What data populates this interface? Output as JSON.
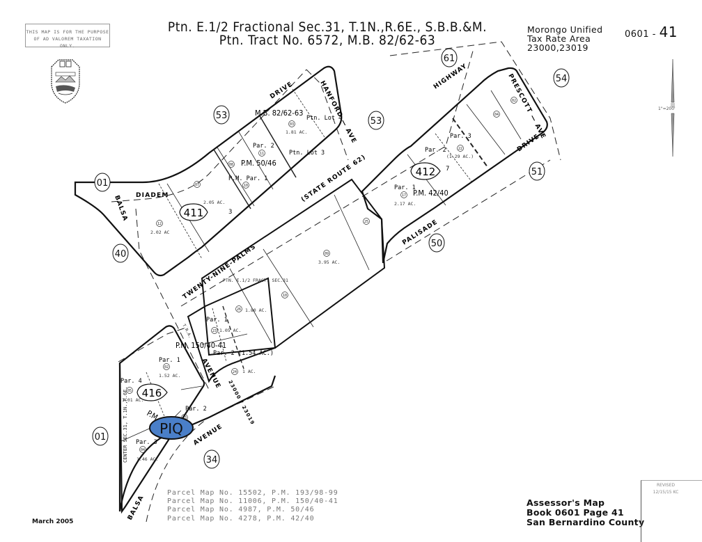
{
  "header": {
    "disclaimer_line1": "THIS MAP IS FOR THE PURPOSE",
    "disclaimer_line2": "OF AD VALOREM TAXATION ONLY.",
    "title_line1": "Ptn. E.1/2 Fractional Sec.31, T.1N.,R.6E., S.B.B.&M.",
    "title_line2": "Ptn. Tract No. 6572, M.B. 82/62-63",
    "tax_rate_line1": "Morongo Unified",
    "tax_rate_line2": "Tax Rate Area",
    "tax_rate_line3": "23000,23019",
    "book_prefix": "0601 -",
    "page_number": "41",
    "seal_label": "County of San Bernardino seal"
  },
  "scale": {
    "label": "1\"=200'"
  },
  "roads": {
    "diadem_drive": "DIADEM",
    "drive_upper": "DRIVE",
    "hanford_ave": "HANFORD — AVE",
    "highway": "HIGHWAY",
    "prescott_ave": "PRESCOTT — AVE",
    "drive_right": "DRIVE",
    "state_route": "(STATE ROUTE 62)",
    "twenty_nine_palms": "TWENTY-NINE-PALMS",
    "palisade": "PALISADE",
    "balsa_upper": "BALSA",
    "balsa_lower": "BALSA",
    "avenue_lower": "AVENUE",
    "avenue_middle": "AVENUE",
    "tra_road": "23000 / 23019",
    "center_sec": "CENTER SEC.31, T.1N.,R.6E.",
    "tra_boundary": "T.R.A."
  },
  "adjacent_books": [
    "53",
    "61",
    "54",
    "53",
    "01",
    "40",
    "51",
    "50",
    "01",
    "34"
  ],
  "blocks": [
    {
      "id": "411",
      "sub": "3"
    },
    {
      "id": "412",
      "sub": "7"
    },
    {
      "id": "416",
      "sub": ""
    }
  ],
  "parcels": [
    {
      "num": "12",
      "area": "2.02 AC"
    },
    {
      "num": "07",
      "area": "2.05 AC."
    },
    {
      "num": "08",
      "label": "P.M. Par. 1"
    },
    {
      "num": "10",
      "label": ""
    },
    {
      "num": "11",
      "label": "Par. 2"
    },
    {
      "num": "03",
      "area": "1.81 AC.",
      "label": "Ptn. Lot 4"
    },
    {
      "label": "Ptn. Lot 3"
    },
    {
      "num": "09",
      "area": "3.95 AC."
    },
    {
      "num": "25",
      "label": ""
    },
    {
      "num": "17",
      "area": "2.17 AC.",
      "label": "Par. 1"
    },
    {
      "num": "22",
      "area": "(1.29 AC.)",
      "label": "Par. 2"
    },
    {
      "label": "Par. 3"
    },
    {
      "num": "04",
      "label": ""
    },
    {
      "num": "02",
      "label": ""
    },
    {
      "num": "26",
      "area": "1.80 AC."
    },
    {
      "num": "10",
      "label": "PTN. E.1/2 FRACT. SEC.31"
    },
    {
      "num": "23",
      "area": "1.05 AC.",
      "label": "Par. 1"
    },
    {
      "num": "24",
      "area": "1 AC.",
      "label": "Par. 2 (1.54 AC.)"
    },
    {
      "num": "02",
      "area": "1.52 AC.",
      "label": "Par. 1"
    },
    {
      "num": "05",
      "area": "1.01 AC.",
      "label": "Par. 4"
    },
    {
      "num": "03",
      "label": "Par. 2"
    },
    {
      "num": "04",
      "area": "1.46 AC.",
      "label": "Par. 3"
    }
  ],
  "parcel_map_refs_on_map": {
    "mb": "M.B. 82/62-63",
    "pm_50_46": "P.M. 50/46",
    "pm_42_40": "P.M. 42/40",
    "pm_150": "P.M. 150/40-41",
    "pm_193": "P.M."
  },
  "piq": {
    "label": "PIQ",
    "fill": "#4a7fc8"
  },
  "footer": {
    "parcel_maps": [
      "Parcel Map No. 15502, P.M. 193/98-99",
      "Parcel Map No. 11006, P.M. 150/40-41",
      "Parcel Map No. 4987, P.M. 50/46",
      "Parcel Map No. 4278, P.M. 42/40"
    ],
    "date": "March 2005",
    "assessor_line1": "Assessor's Map",
    "assessor_line2": "Book 0601 Page 41",
    "assessor_line3": "San Bernardino County",
    "revised_label": "REVISED",
    "revised_value": "12/15/15 KC"
  }
}
